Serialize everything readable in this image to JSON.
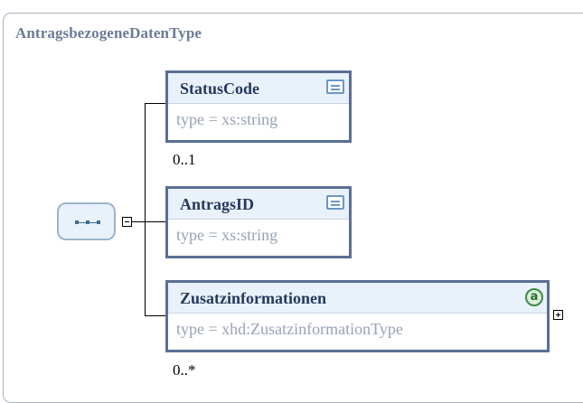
{
  "diagram": {
    "title": "AntragsbezogeneDatenType",
    "compositor": "sequence",
    "elements": [
      {
        "name": "StatusCode",
        "type": "type = xs:string",
        "occurrence": "0..1",
        "icon": "documentation-icon"
      },
      {
        "name": "AntragsID",
        "type": "type = xs:string",
        "occurrence": "",
        "icon": "documentation-icon"
      },
      {
        "name": "Zusatzinformationen",
        "type": "type = xhd:ZusatzinformationType",
        "occurrence": "0..*",
        "icon": "attributes-icon",
        "attr_glyph": "a",
        "expandable": true
      }
    ],
    "colors": {
      "frame_title": "#6d7a97",
      "element_border": "#5a6f92",
      "element_fill": "#e9f1fa",
      "type_text": "#97a3b6",
      "attribute_icon": "#3e8a47"
    }
  }
}
